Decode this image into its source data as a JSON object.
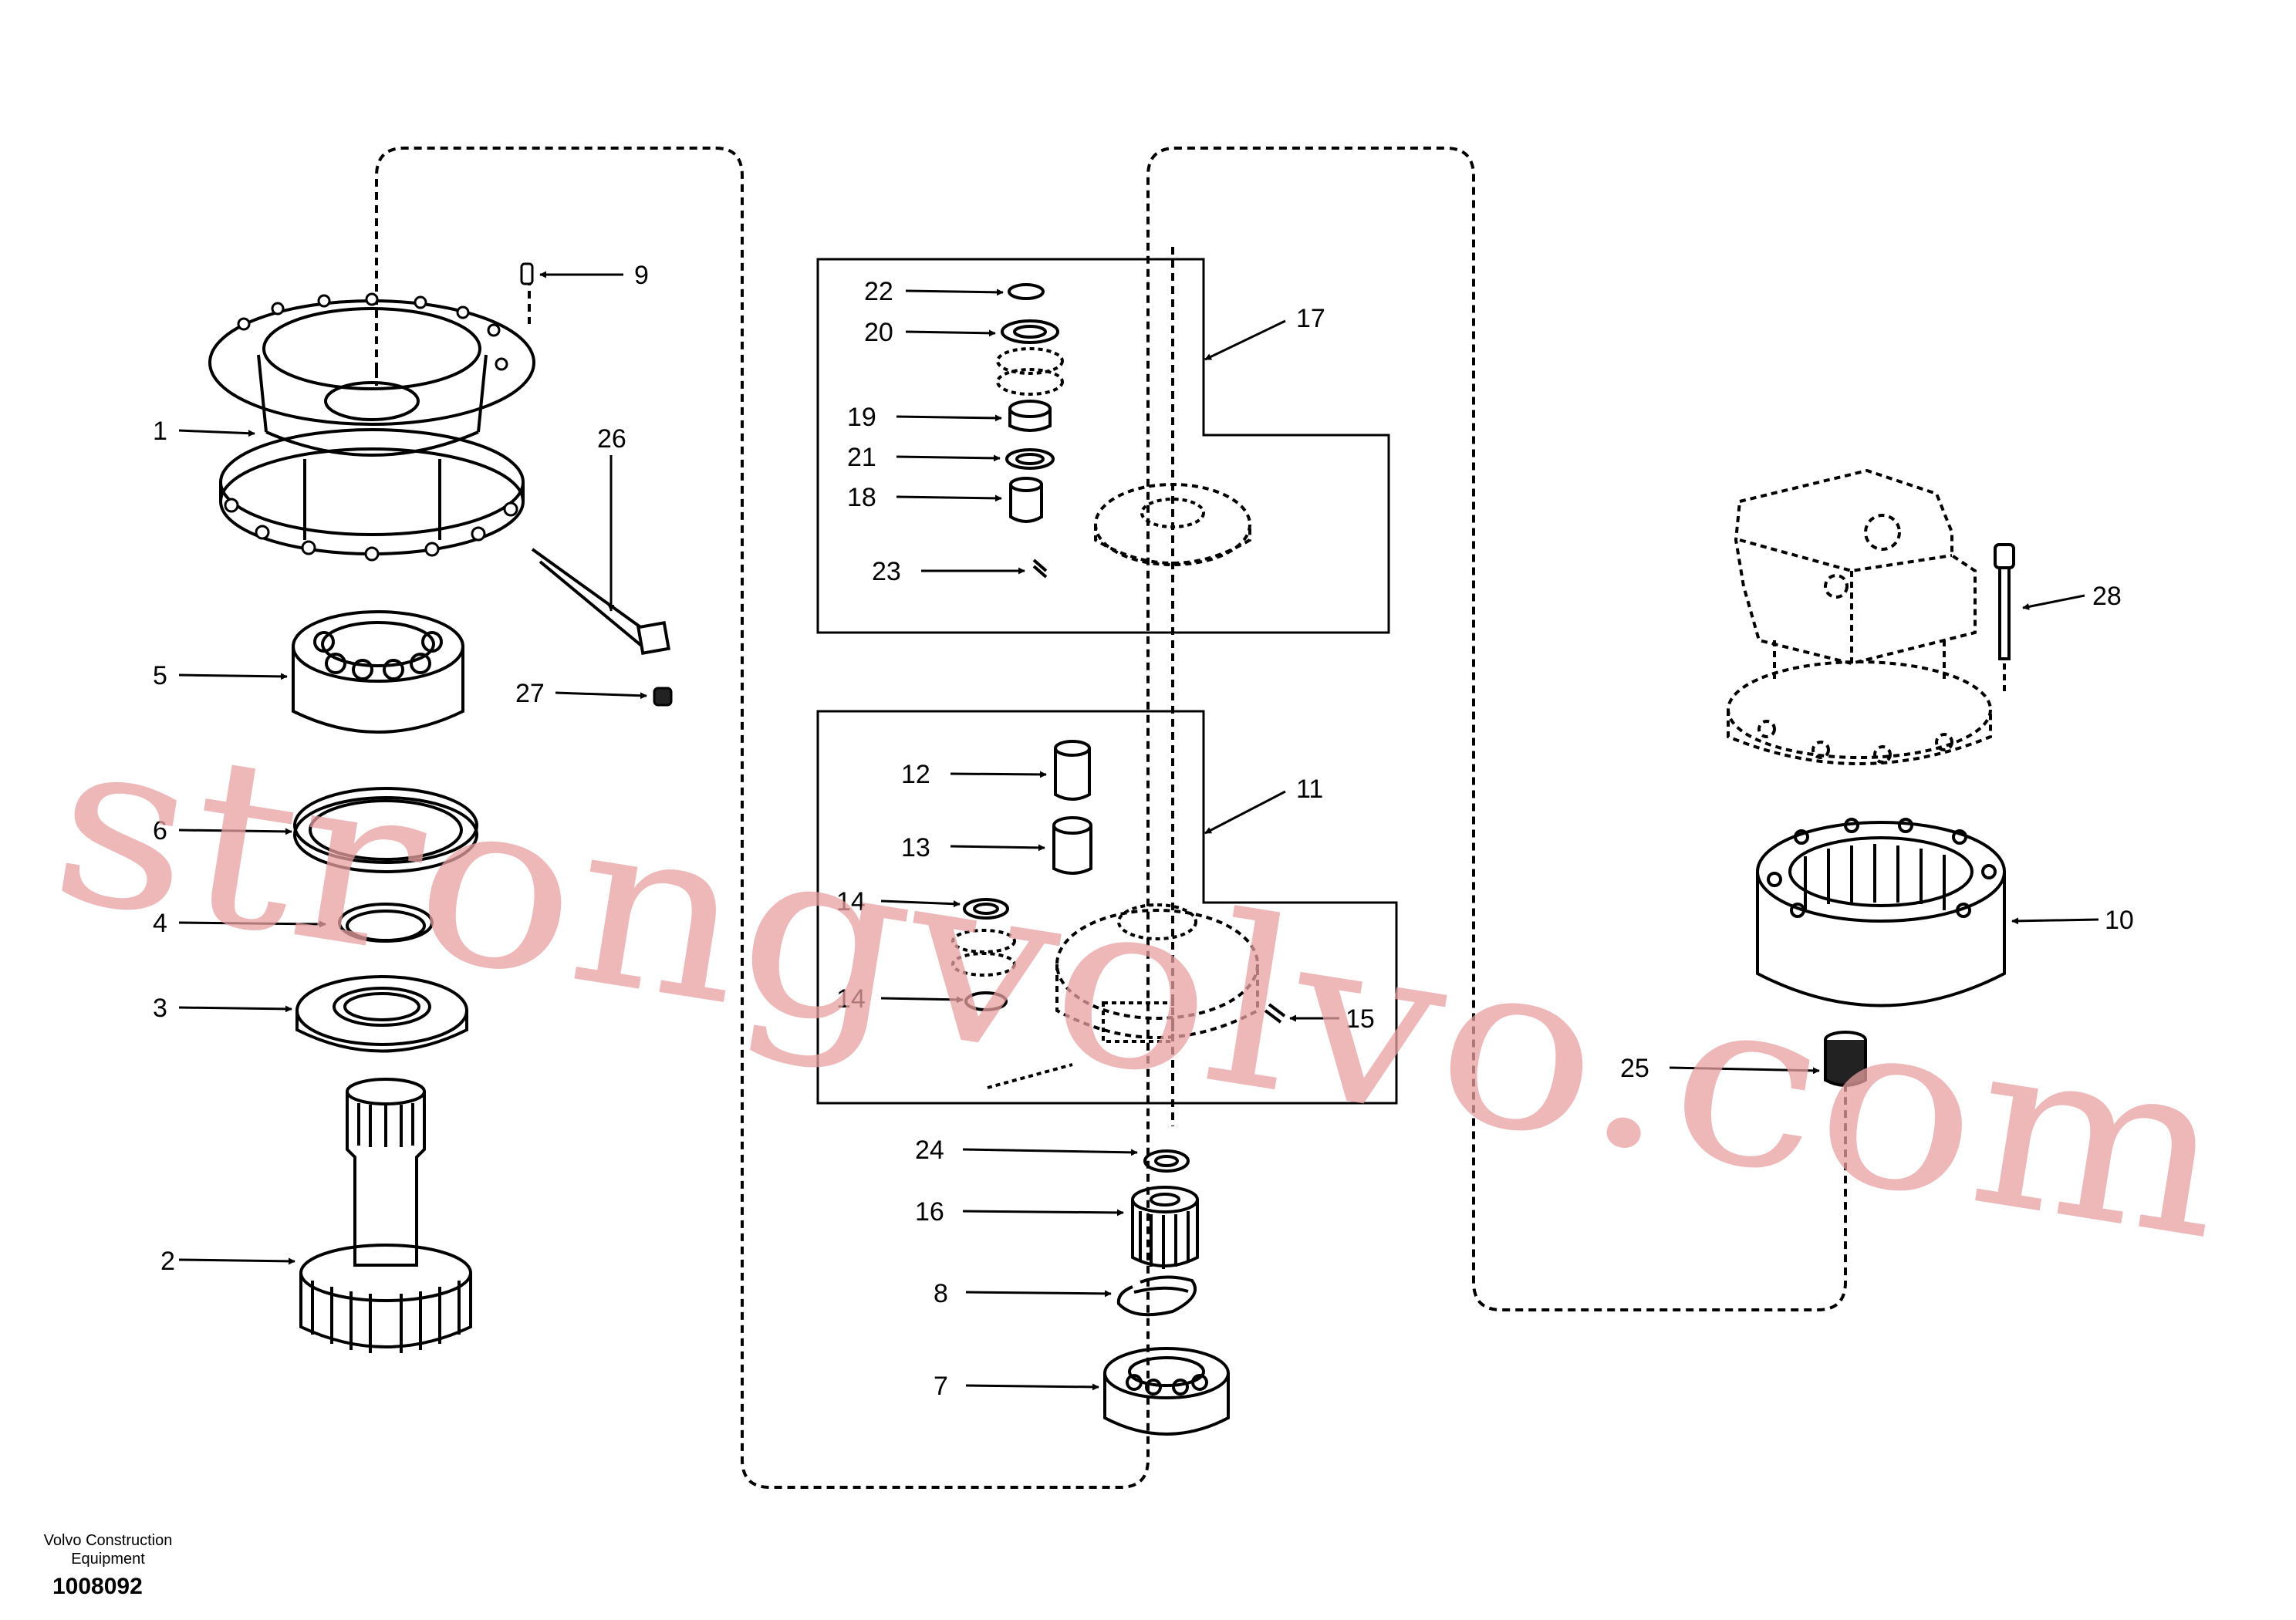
{
  "diagram": {
    "callouts": {
      "c1": "1",
      "c2": "2",
      "c3": "3",
      "c4": "4",
      "c5": "5",
      "c6": "6",
      "c7": "7",
      "c8": "8",
      "c9": "9",
      "c10": "10",
      "c11": "11",
      "c12": "12",
      "c13": "13",
      "c14a": "14",
      "c14b": "14",
      "c15": "15",
      "c16": "16",
      "c17": "17",
      "c18": "18",
      "c19": "19",
      "c20": "20",
      "c21": "21",
      "c22": "22",
      "c23": "23",
      "c24": "24",
      "c25": "25",
      "c26": "26",
      "c27": "27",
      "c28": "28"
    }
  },
  "watermark": {
    "text": "strongvolvo.com",
    "color": "#e8a0a0"
  },
  "footer": {
    "manufacturer": "Volvo Construction Equipment",
    "drawing_number": "1008092"
  }
}
